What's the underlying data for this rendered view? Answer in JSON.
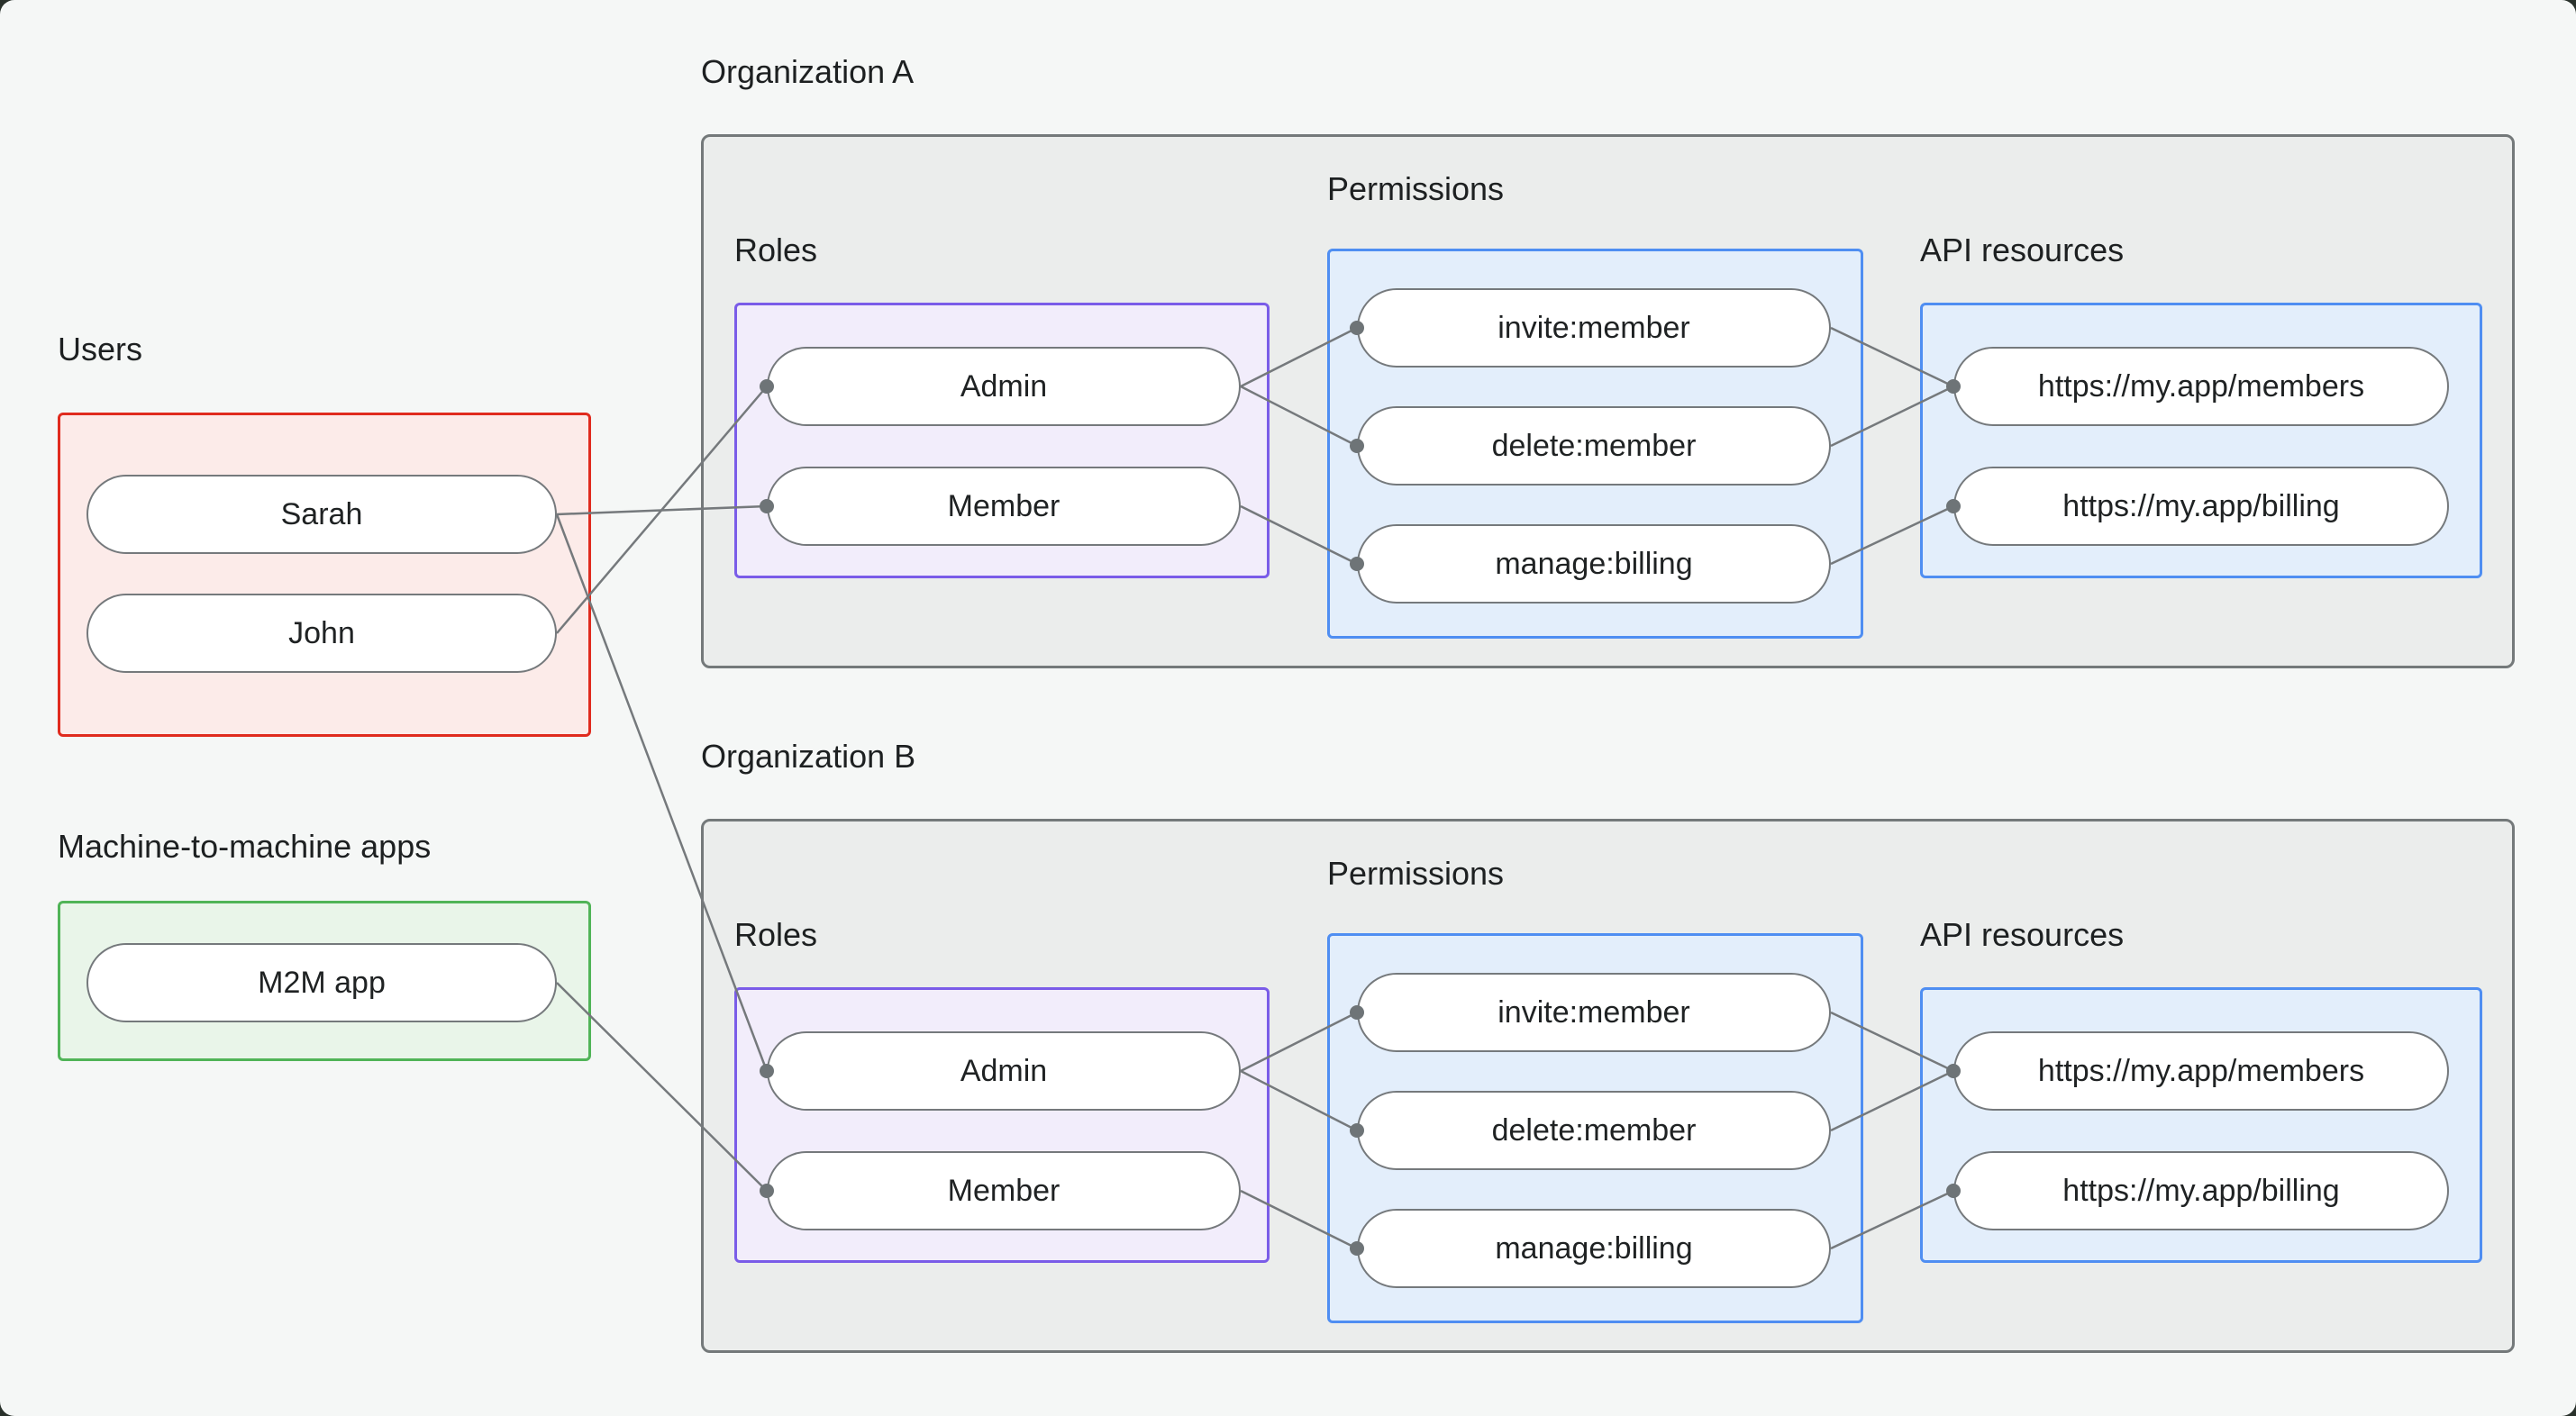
{
  "groups": {
    "users": {
      "label": "Users",
      "items": [
        "Sarah",
        "John"
      ]
    },
    "m2m": {
      "label": "Machine-to-machine apps",
      "items": [
        "M2M app"
      ]
    }
  },
  "orgs": [
    {
      "title": "Organization A",
      "roles_label": "Roles",
      "permissions_label": "Permissions",
      "api_resources_label": "API resources",
      "roles": [
        "Admin",
        "Member"
      ],
      "permissions": [
        "invite:member",
        "delete:member",
        "manage:billing"
      ],
      "resources": [
        "https://my.app/members",
        "https://my.app/billing"
      ]
    },
    {
      "title": "Organization B",
      "roles_label": "Roles",
      "permissions_label": "Permissions",
      "api_resources_label": "API resources",
      "roles": [
        "Admin",
        "Member"
      ],
      "permissions": [
        "invite:member",
        "delete:member",
        "manage:billing"
      ],
      "resources": [
        "https://my.app/members",
        "https://my.app/billing"
      ]
    }
  ],
  "edges": [
    {
      "from": "John",
      "to": "Organization A / Admin"
    },
    {
      "from": "Sarah",
      "to": "Organization A / Member"
    },
    {
      "from": "Sarah",
      "to": "Organization B / Admin"
    },
    {
      "from": "M2M app",
      "to": "Organization B / Member"
    },
    {
      "from": "Organization A / Admin",
      "to": "Organization A / invite:member"
    },
    {
      "from": "Organization A / Admin",
      "to": "Organization A / delete:member"
    },
    {
      "from": "Organization A / Member",
      "to": "Organization A / manage:billing"
    },
    {
      "from": "Organization A / invite:member",
      "to": "Organization A / https://my.app/members"
    },
    {
      "from": "Organization A / delete:member",
      "to": "Organization A / https://my.app/members"
    },
    {
      "from": "Organization A / manage:billing",
      "to": "Organization A / https://my.app/billing"
    },
    {
      "from": "Organization B / Admin",
      "to": "Organization B / invite:member"
    },
    {
      "from": "Organization B / Admin",
      "to": "Organization B / delete:member"
    },
    {
      "from": "Organization B / Member",
      "to": "Organization B / manage:billing"
    },
    {
      "from": "Organization B / invite:member",
      "to": "Organization B / https://my.app/members"
    },
    {
      "from": "Organization B / delete:member",
      "to": "Organization B / https://my.app/members"
    },
    {
      "from": "Organization B / manage:billing",
      "to": "Organization B / https://my.app/billing"
    }
  ],
  "colors": {
    "background": "#f5f7f6",
    "users_border": "#e02b1e",
    "m2m_border": "#50b457",
    "roles_border": "#7a5ce8",
    "permissions_border": "#4f8ef2",
    "org_border": "#74797a",
    "connector": "#75797c"
  }
}
